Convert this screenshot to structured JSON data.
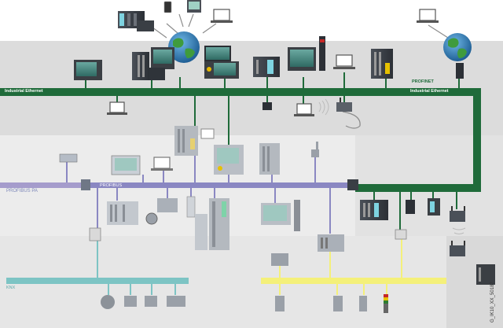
{
  "labels": {
    "industrial_ethernet_left": "Industrial Ethernet",
    "industrial_ethernet_right": "Industrial Ethernet",
    "profinet": "PROFINET",
    "profibus_pa": "PROFIBUS PA",
    "profibus": "PROFIBUS",
    "knx": "KNX",
    "figure_code": "G_IK10_XX_50187"
  },
  "colors": {
    "industrial_ethernet": "#1f6b3a",
    "profibus": "#a59ccc",
    "profibus_dp": "#8a87c2",
    "knx": "#7dc4c4",
    "yellow_bus": "#f4f07a",
    "band_dark": "#dcdcdc",
    "band_light": "#ededed",
    "band_mid": "#e4e4e4"
  },
  "icons": [
    "globe-icon",
    "laptop-icon",
    "pc-icon",
    "plc-icon",
    "panel-icon",
    "switch-icon",
    "wireless-access-point-icon",
    "drive-icon",
    "sensor-icon",
    "motor-icon",
    "io-module-icon"
  ]
}
